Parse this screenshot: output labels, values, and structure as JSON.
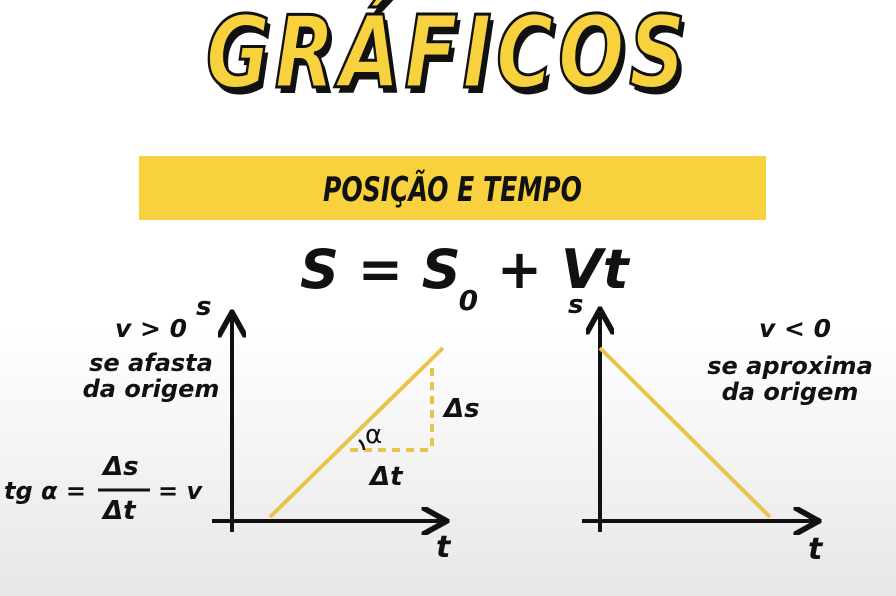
{
  "title": "GRÁFICOS",
  "subtitle": "POSIÇÃO E TEMPO",
  "formula": {
    "main_a": "S = S",
    "sub": "0",
    "main_b": " + Vt"
  },
  "left_graph": {
    "y_axis_label": "s",
    "x_axis_label": "t",
    "condition": "v > 0",
    "description_line1": "se afasta",
    "description_line2": "da origem",
    "angle_label": "α",
    "delta_s_label": "Δs",
    "delta_t_label": "Δt",
    "tangent_formula": {
      "lhs": "tg α =",
      "numerator": "Δs",
      "denominator": "Δt",
      "rhs": "= v"
    }
  },
  "right_graph": {
    "y_axis_label": "s",
    "x_axis_label": "t",
    "condition": "v < 0",
    "description_line1": "se aproxima",
    "description_line2": "da origem"
  },
  "colors": {
    "accent": "#f7d23e",
    "line": "#e9c44a",
    "ink": "#111111"
  }
}
